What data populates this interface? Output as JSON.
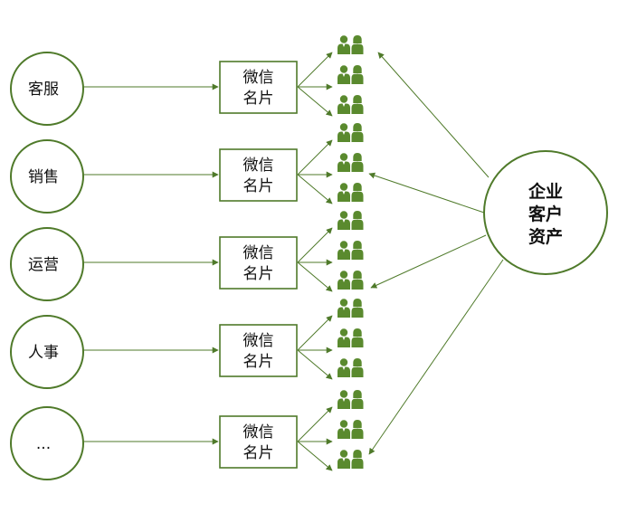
{
  "departments": [
    {
      "label": "客服"
    },
    {
      "label": "销售"
    },
    {
      "label": "运营"
    },
    {
      "label": "人事"
    },
    {
      "label": "..."
    }
  ],
  "card": {
    "line1": "微信",
    "line2": "名片"
  },
  "center": {
    "line1": "企业",
    "line2": "客户",
    "line3": "资产"
  },
  "colors": {
    "accent": "#4f7a2a",
    "icon": "#5a8a2e"
  },
  "icons": {
    "customer": "user-group-icon"
  }
}
